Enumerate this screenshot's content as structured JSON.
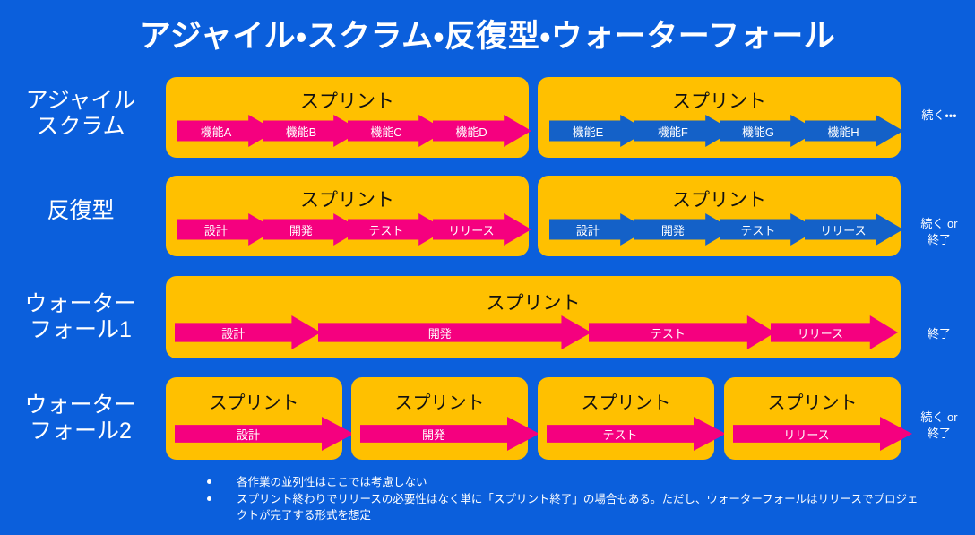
{
  "title": "アジャイル・スクラム・反復型・ウォーターフォール",
  "colors": {
    "background": "#0B5FDC",
    "panel": "#FFC000",
    "arrow_pink": "#F5007F",
    "arrow_blue": "#1461C8",
    "text_light": "#FFFFFF",
    "text_dark": "#111111"
  },
  "rows": [
    {
      "label": "アジャイル\nスクラム",
      "side_note": "続く・・・",
      "panels": [
        {
          "title": "スプリント",
          "arrows": [
            {
              "label": "機能A",
              "color": "pink"
            },
            {
              "label": "機能B",
              "color": "pink"
            },
            {
              "label": "機能C",
              "color": "pink"
            },
            {
              "label": "機能D",
              "color": "pink"
            }
          ]
        },
        {
          "title": "スプリント",
          "arrows": [
            {
              "label": "機能E",
              "color": "blue"
            },
            {
              "label": "機能F",
              "color": "blue"
            },
            {
              "label": "機能G",
              "color": "blue"
            },
            {
              "label": "機能H",
              "color": "blue"
            }
          ]
        }
      ]
    },
    {
      "label": "反復型",
      "side_note": "続く or\n終了",
      "panels": [
        {
          "title": "スプリント",
          "arrows": [
            {
              "label": "設計",
              "color": "pink"
            },
            {
              "label": "開発",
              "color": "pink"
            },
            {
              "label": "テスト",
              "color": "pink"
            },
            {
              "label": "リリース",
              "color": "pink"
            }
          ]
        },
        {
          "title": "スプリント",
          "arrows": [
            {
              "label": "設計",
              "color": "blue"
            },
            {
              "label": "開発",
              "color": "blue"
            },
            {
              "label": "テスト",
              "color": "blue"
            },
            {
              "label": "リリース",
              "color": "blue"
            }
          ]
        }
      ]
    },
    {
      "label": "ウォーター\nフォール1",
      "side_note": "終了",
      "panels": [
        {
          "title": "スプリント",
          "arrows": [
            {
              "label": "設計",
              "color": "pink"
            },
            {
              "label": "開発",
              "color": "pink"
            },
            {
              "label": "テスト",
              "color": "pink"
            },
            {
              "label": "リリース",
              "color": "pink"
            }
          ]
        }
      ]
    },
    {
      "label": "ウォーター\nフォール2",
      "side_note": "続く or\n終了",
      "panels": [
        {
          "title": "スプリント",
          "arrows": [
            {
              "label": "設計",
              "color": "pink"
            }
          ]
        },
        {
          "title": "スプリント",
          "arrows": [
            {
              "label": "開発",
              "color": "pink"
            }
          ]
        },
        {
          "title": "スプリント",
          "arrows": [
            {
              "label": "テスト",
              "color": "pink"
            }
          ]
        },
        {
          "title": "スプリント",
          "arrows": [
            {
              "label": "リリース",
              "color": "pink"
            }
          ]
        }
      ]
    }
  ],
  "notes": [
    "各作業の並列性はここでは考慮しない",
    "スプリント終わりでリリースの必要性はなく単に「スプリント終了」の場合もある。ただし、ウォーターフォールはリリースでプロジェクトが完了する形式を想定"
  ]
}
